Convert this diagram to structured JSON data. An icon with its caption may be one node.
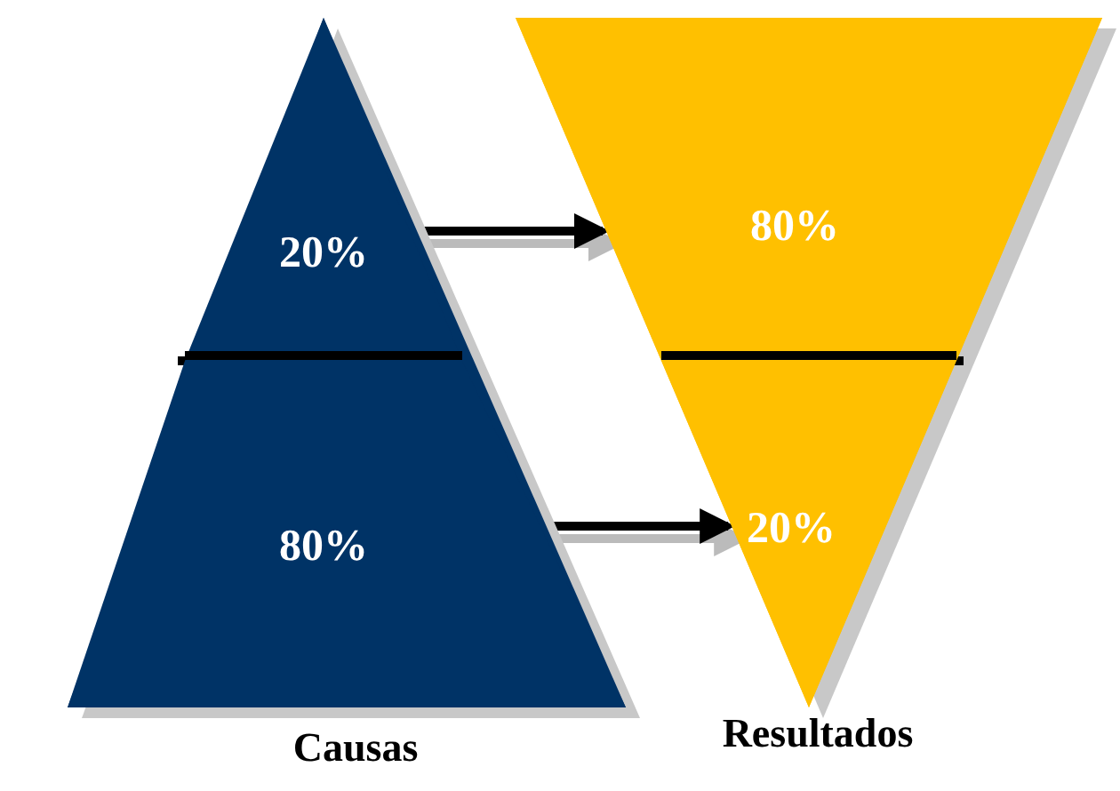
{
  "diagram": {
    "nodes": [
      {
        "text": [
          "Causas"
        ]
      },
      {
        "text": [
          "20%"
        ],
        "in": 0
      },
      {
        "text": [
          "80%"
        ],
        "in": 0
      },
      {
        "text": [
          "Resultados"
        ]
      },
      {
        "text": [
          "80%"
        ],
        "in": 3
      },
      {
        "text": [
          "20%"
        ],
        "in": 3
      }
    ],
    "edges": [
      {
        "from": 1,
        "to": 4,
        "arrow": "to"
      },
      {
        "from": 2,
        "to": 5,
        "arrow": "to"
      }
    ]
  }
}
